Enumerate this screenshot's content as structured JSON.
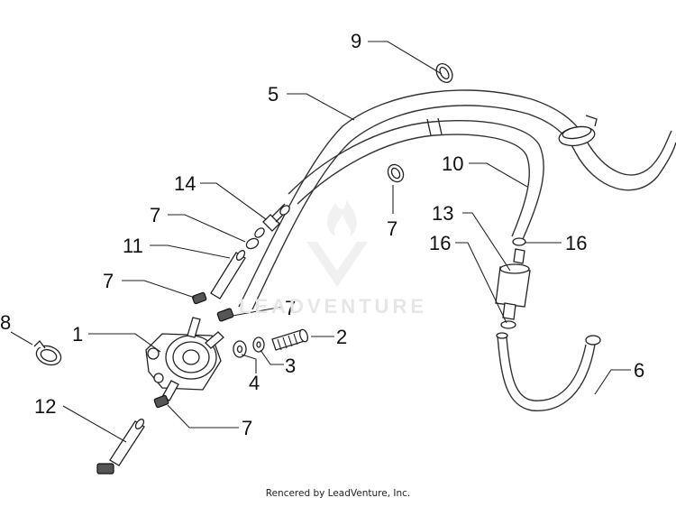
{
  "callouts": {
    "c1": "1",
    "c2": "2",
    "c3": "3",
    "c4": "4",
    "c5": "5",
    "c6": "6",
    "c7a": "7",
    "c7b": "7",
    "c7c": "7",
    "c7d": "7",
    "c7e": "7",
    "c8": "8",
    "c9": "9",
    "c10": "10",
    "c11": "11",
    "c12": "12",
    "c13": "13",
    "c14": "14",
    "c16a": "16",
    "c16b": "16"
  },
  "watermark": {
    "text": "LEADVENTURE"
  },
  "footer": {
    "text": "Rencered by LeadVenture, Inc."
  }
}
